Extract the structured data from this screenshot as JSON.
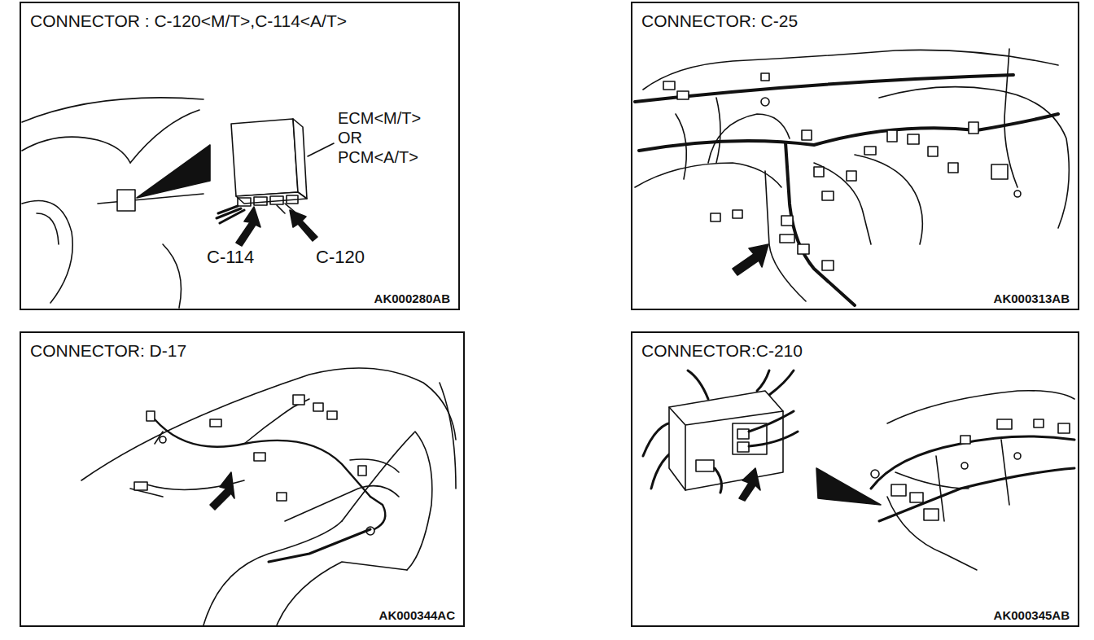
{
  "diagram": {
    "nodes": [
      {
        "text": [
          "CONNECTOR : C-120<M/T>,C-114<A/T>",
          "AK000280AB"
        ]
      },
      {
        "text": [
          "CONNECTOR: C-25",
          "AK000313AB"
        ]
      },
      {
        "text": [
          "CONNECTOR: D-17",
          "AK000344AC"
        ]
      },
      {
        "text": [
          "CONNECTOR:C-210",
          "AK000345AB"
        ]
      }
    ],
    "labels": [
      "ECM<M/T> OR PCM<A/T>",
      "C-114",
      "C-120"
    ]
  }
}
